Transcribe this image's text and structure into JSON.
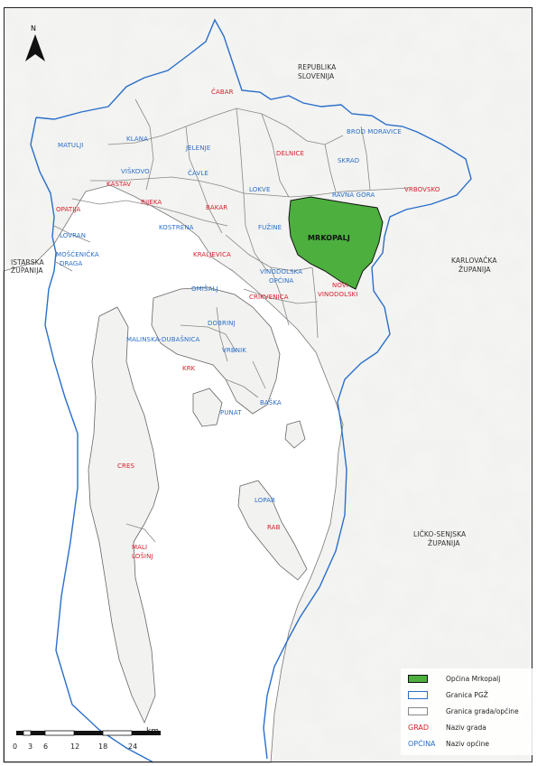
{
  "map": {
    "regions": {
      "slovenia": [
        "REPUBLIKA",
        "SLOVENIJA"
      ],
      "istarska": [
        "ISTARSKA",
        "ŽUPANIJA"
      ],
      "karlovacka": [
        "KARLOVAČKA",
        "ŽUPANIJA"
      ],
      "licko": [
        "LIČKO-SENJSKA",
        "ŽUPANIJA"
      ]
    },
    "cities": {
      "cabar": "ČABAR",
      "delnice": "DELNICE",
      "vrbovsko": "VRBOVSKO",
      "kastav": "KASTAV",
      "opatija": "OPATIJA",
      "rijeka": "RIJEKA",
      "bakar": "BAKAR",
      "kraljevica": "KRALJEVICA",
      "crikvenica": "CRIKVENICA",
      "novi": [
        "NOVI",
        "VINODOLSKI"
      ],
      "krk": "KRK",
      "cres": "CRES",
      "rab": "RAB",
      "mali": [
        "MALI",
        "LOŠINJ"
      ]
    },
    "municipalities": {
      "brod": "BROD MORAVICE",
      "skrad": "SKRAD",
      "ravna": "RAVNA GORA",
      "lokve": "LOKVE",
      "fuzine": "FUŽINE",
      "matulji": "MATULJI",
      "klana": "KLANA",
      "jelenje": "JELENJE",
      "viskovo": "VIŠKOVO",
      "cavle": "ČAVLE",
      "kostrena": "KOSTRENA",
      "lovran": "LOVRAN",
      "moscenicka": [
        "MOŠĆENIČKA",
        "DRAGA"
      ],
      "vinodolska": [
        "VINODOLSKA",
        "OPĆINA"
      ],
      "omisalj": "OMIŠALJ",
      "dobrinj": "DOBRINJ",
      "malinska": "MALINSKA-DUBAŠNICA",
      "vrbnik": "VRBNIK",
      "punat": "PUNAT",
      "baska": "BAŠKA",
      "lopar": "LOPAR"
    },
    "highlight": "MRKOPALJ",
    "north": "N"
  },
  "colors": {
    "highlight_fill": "#4caf3e",
    "county_border": "#2a6fc9",
    "municipal_border": "#888888",
    "city_label": "#d81e2a",
    "municipality_label": "#2a6fc9"
  },
  "legend": {
    "items": [
      {
        "label": "Općina Mrkopalj"
      },
      {
        "label": "Granica PGŽ"
      },
      {
        "label": "Granica grada/općine"
      },
      {
        "code": "GRAD",
        "label": "Naziv grada"
      },
      {
        "code": "OPĆINA",
        "label": "Naziv općine"
      }
    ]
  },
  "scale": {
    "ticks": [
      "0",
      "3",
      "6",
      "12",
      "18",
      "24"
    ],
    "unit": "km"
  }
}
